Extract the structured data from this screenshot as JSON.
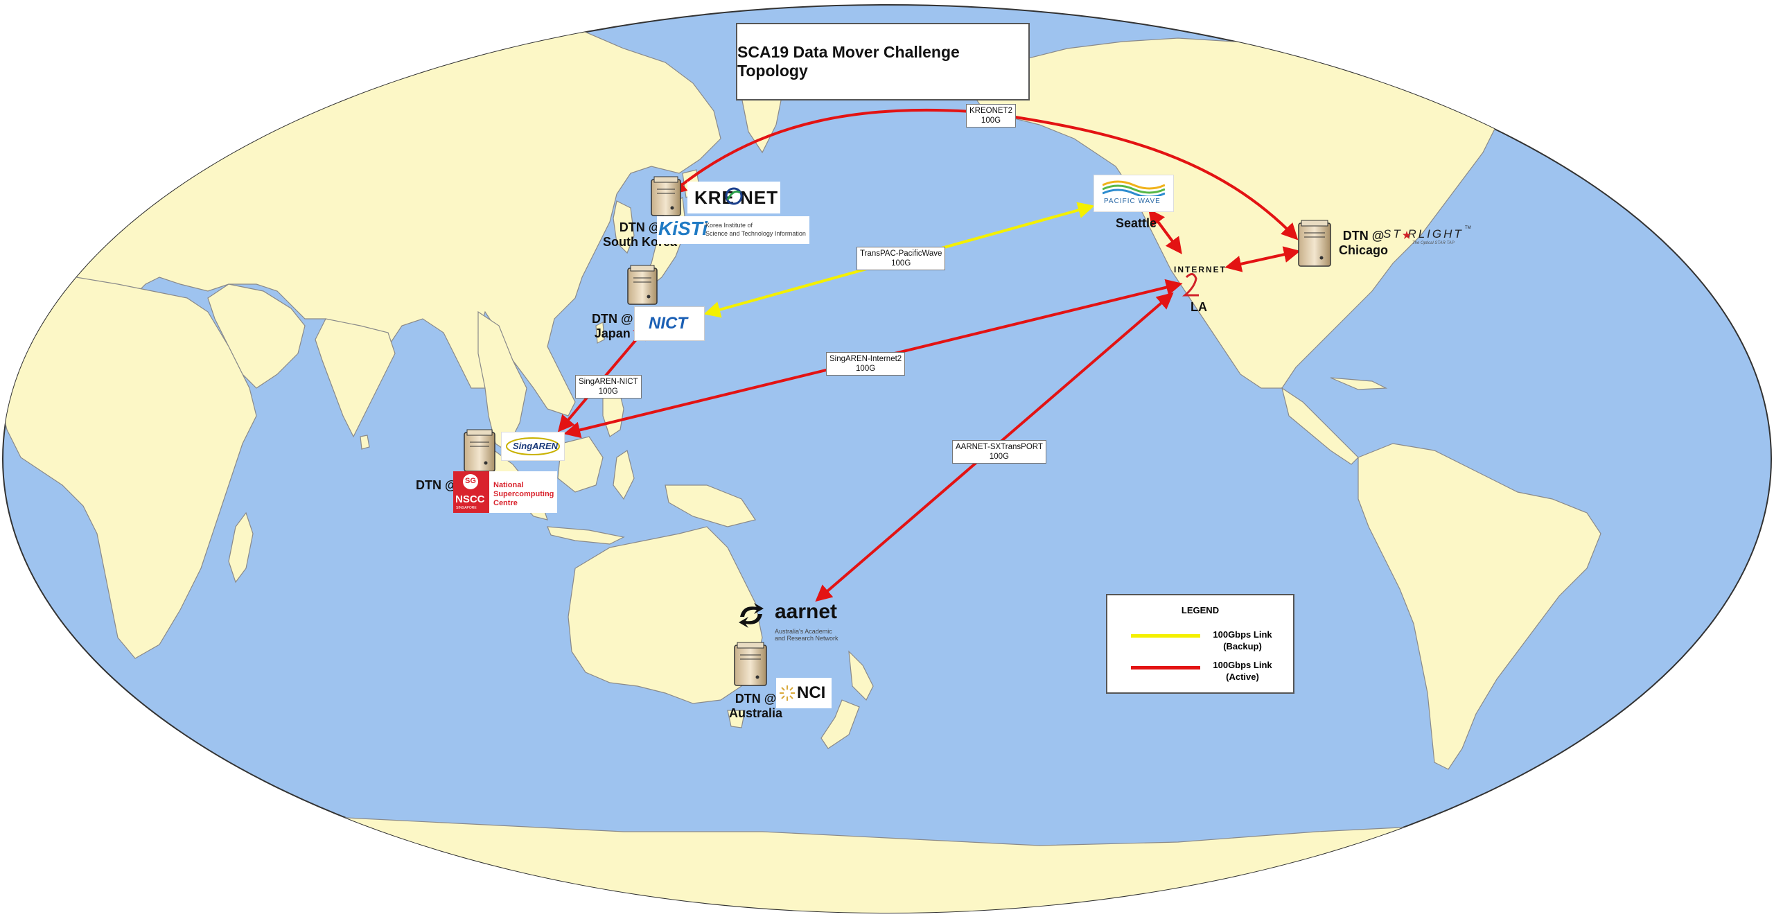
{
  "title": "SCA19 Data Mover Challenge Topology",
  "colors": {
    "ocean": "#9ec3ef",
    "land": "#fcf7c6",
    "border": "#8a8a8a",
    "active": "#e31313",
    "backup": "#f4f000"
  },
  "links": [
    {
      "id": "kreonet2",
      "label_line1": "KREONET2",
      "label_line2": "100G",
      "status": "active"
    },
    {
      "id": "transpac",
      "label_line1": "TransPAC-PacificWave",
      "label_line2": "100G",
      "status": "backup"
    },
    {
      "id": "singaren-internet2",
      "label_line1": "SingAREN-Internet2",
      "label_line2": "100G",
      "status": "active"
    },
    {
      "id": "singaren-nict",
      "label_line1": "SingAREN-NICT",
      "label_line2": "100G",
      "status": "active"
    },
    {
      "id": "aarnet",
      "label_line1": "AARNET-SXTransPORT",
      "label_line2": "100G",
      "status": "active"
    }
  ],
  "sites": {
    "korea": {
      "line1": "DTN @",
      "line2": "South Korea"
    },
    "japan": {
      "line1": "DTN @",
      "line2": "Japan"
    },
    "singapore": {
      "line1": "DTN @"
    },
    "australia": {
      "line1": "DTN @",
      "line2": "Australia"
    },
    "chicago": {
      "line1": "DTN @",
      "line2": "Chicago"
    },
    "seattle": {
      "line1": "Seattle"
    },
    "la": {
      "line1": "LA"
    }
  },
  "logos": {
    "kreonet": "KRE NET",
    "kisti": "KiSTi",
    "kisti_desc_1": "Korea Institute of",
    "kisti_desc_2": "Science and Technology Information",
    "nict": "NICT",
    "pacific_wave": "PACIFIC WAVE",
    "internet2": "INTERNET",
    "starlight": "ST RLIGHT",
    "starlight_tm": "TM",
    "starlight_sub": "The Optical STAR TAP",
    "singaren": "SingAREN",
    "nscc_sg": "SG",
    "nscc": "NSCC",
    "nscc_country": "SINGAPORE",
    "nscc_name_1": "National",
    "nscc_name_2": "Supercomputing",
    "nscc_name_3": "Centre",
    "aarnet": "aarnet",
    "aarnet_desc_1": "Australia's Academic",
    "aarnet_desc_2": "and Research Network",
    "nci": "NCI"
  },
  "legend": {
    "title": "LEGEND",
    "backup_line1": "100Gbps Link",
    "backup_line2": "(Backup)",
    "active_line1": "100Gbps Link",
    "active_line2": "(Active)"
  }
}
